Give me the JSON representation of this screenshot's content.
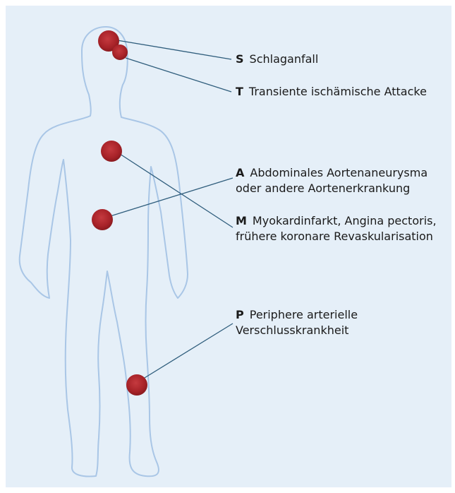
{
  "colors": {
    "background": "#e5eff8",
    "outline": "#a9c6e6",
    "leader": "#2f5d7c",
    "marker": "#b02a30"
  },
  "labels": [
    {
      "key": "S",
      "lines": [
        "Schlaganfall"
      ]
    },
    {
      "key": "T",
      "lines": [
        "Transiente ischämische Attacke"
      ]
    },
    {
      "key": "A",
      "lines": [
        "Abdominales Aortenaneurysma",
        "oder andere Aortenerkrankung"
      ]
    },
    {
      "key": "M",
      "lines": [
        "Myokardinfarkt, Angina pectoris,",
        "frühere koronare Revaskularisation"
      ]
    },
    {
      "key": "P",
      "lines": [
        "Periphere arterielle",
        "Verschlusskrankheit"
      ]
    }
  ]
}
